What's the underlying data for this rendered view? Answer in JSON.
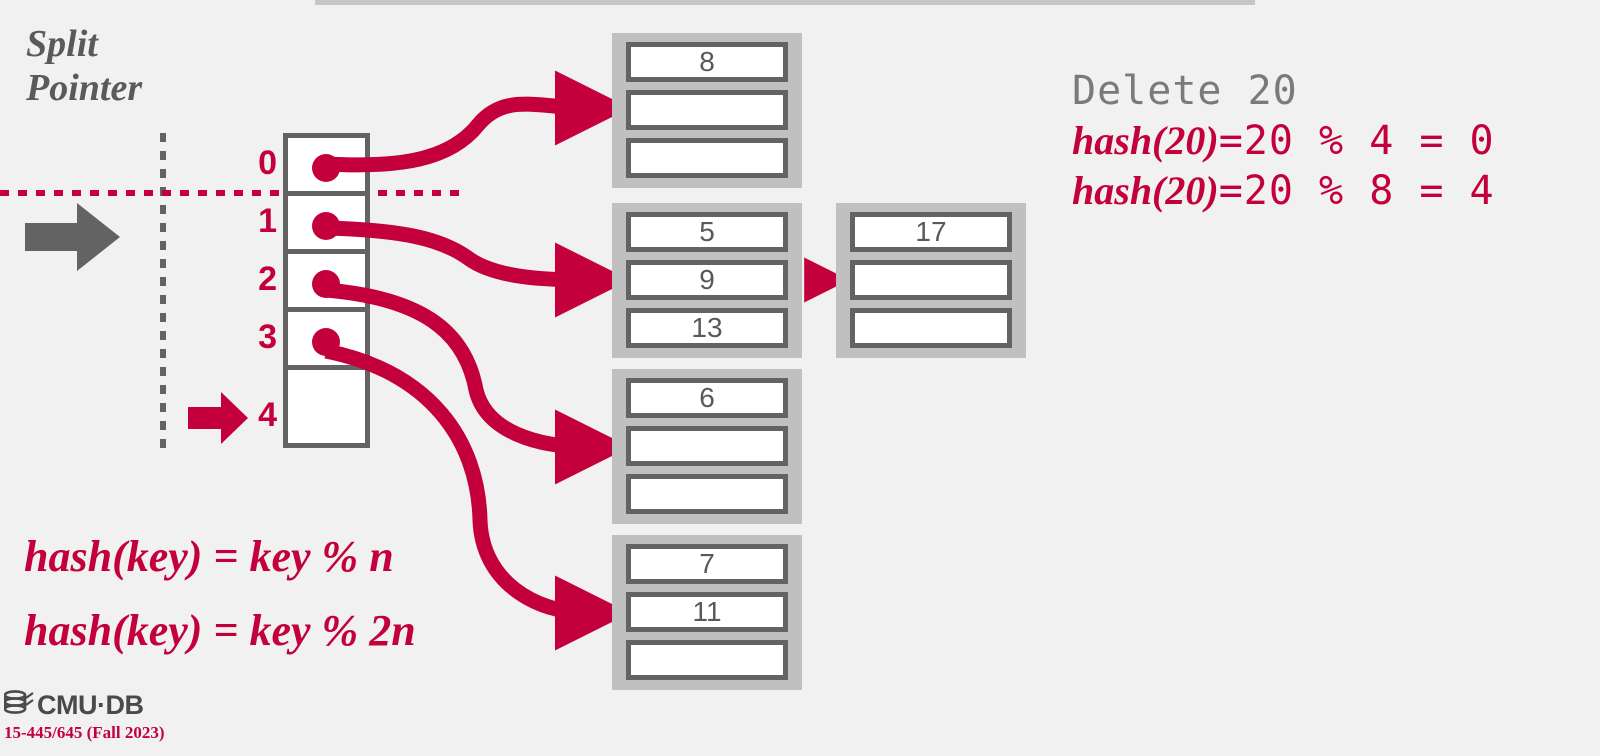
{
  "slide": {
    "top_bar": "progress-bar",
    "split_pointer_label": {
      "line1": "Split",
      "line2": "Pointer"
    }
  },
  "directory": {
    "name": "hash-directory",
    "slots": [
      {
        "index": "0",
        "has_pointer": true
      },
      {
        "index": "1",
        "has_pointer": true
      },
      {
        "index": "2",
        "has_pointer": true
      },
      {
        "index": "3",
        "has_pointer": true
      },
      {
        "index": "4",
        "has_pointer": false
      }
    ],
    "split_pointer_at": "4"
  },
  "buckets": [
    {
      "name": "bucket-0",
      "slots": [
        "8",
        "",
        ""
      ]
    },
    {
      "name": "bucket-1",
      "slots": [
        "5",
        "9",
        "13"
      ],
      "overflow": {
        "name": "overflow-bucket-1",
        "slots": [
          "17",
          "",
          ""
        ]
      }
    },
    {
      "name": "bucket-2",
      "slots": [
        "6",
        "",
        ""
      ]
    },
    {
      "name": "bucket-3",
      "slots": [
        "7",
        "11",
        ""
      ]
    }
  ],
  "operation": {
    "title": "Delete 20",
    "lines": [
      {
        "fn": "hash(20)",
        "eq": "=",
        "expr": "20 % 4 = 0"
      },
      {
        "fn": "hash(20)",
        "eq": "=",
        "expr": "20 % 8 = 4"
      }
    ]
  },
  "formulas": [
    "hash(key) = key % n",
    "hash(key) = key % 2n"
  ],
  "footer": {
    "logo_text": "CMU·DB",
    "course": "15-445/645 (Fall 2023)"
  },
  "colors": {
    "crimson": "#c4003c",
    "gray_dark": "#636363",
    "gray_text": "#7a7a7a",
    "bucket_bg": "#c0c0c0",
    "page_bg": "#f1f1f1"
  }
}
